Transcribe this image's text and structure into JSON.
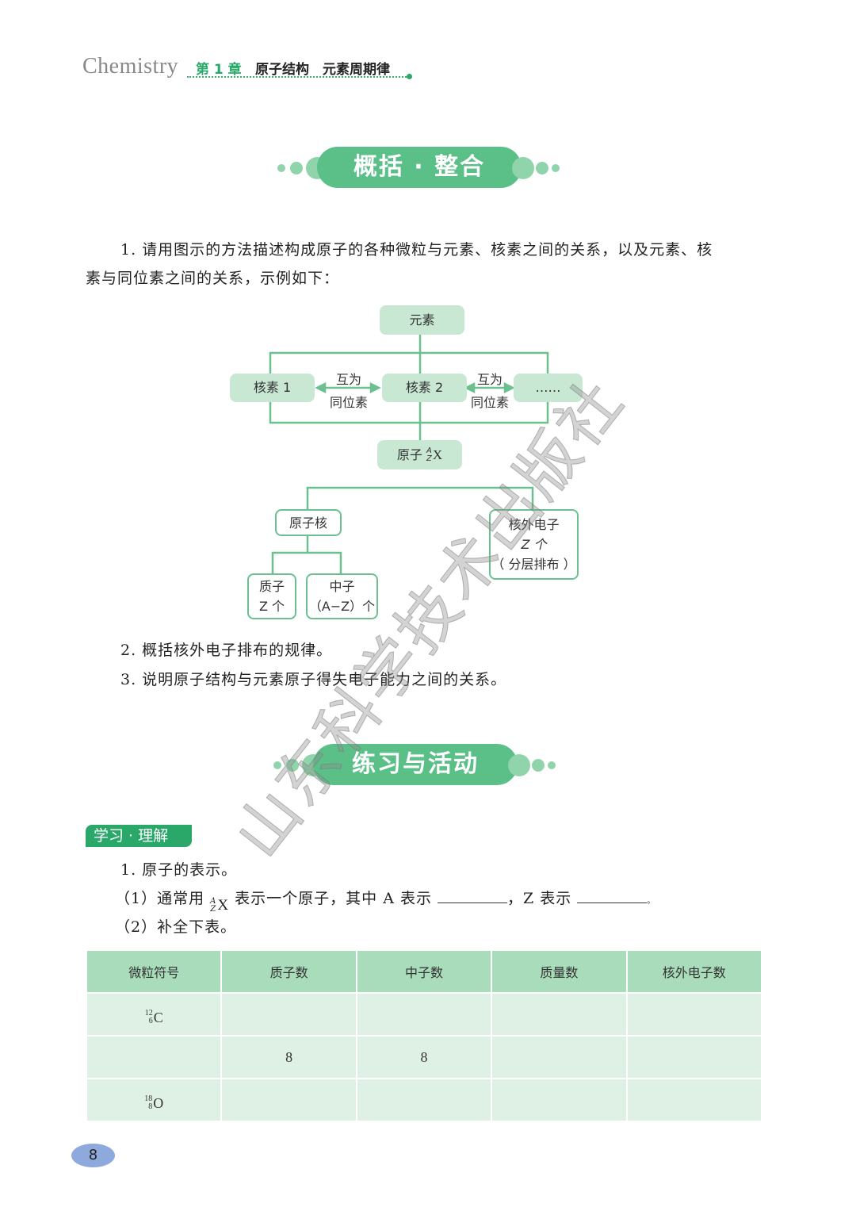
{
  "header": {
    "subject": "Chemistry",
    "chapter": "第 1 章",
    "title": "原子结构　元素周期律"
  },
  "section1": {
    "title": "概括 · 整合"
  },
  "q1": {
    "line1": "1. 请用图示的方法描述构成原子的各种微粒与元素、核素之间的关系，以及元素、核",
    "line2": "素与同位素之间的关系，示例如下："
  },
  "diagram": {
    "element": "元素",
    "nuclide1": "核素 1",
    "nuclide2": "核素 2",
    "ellipsis": "……",
    "isotope_top": "互为",
    "isotope_bottom": "同位素",
    "atom": "原子",
    "atom_sym_A": "A",
    "atom_sym_Z": "Z",
    "atom_sym_X": "X",
    "nucleus": "原子核",
    "electrons": [
      "核外电子",
      "Z 个",
      "（ 分层排布 ）"
    ],
    "protons": [
      "质子",
      "Z 个"
    ],
    "neutrons": [
      "中子",
      "（A−Z）个"
    ]
  },
  "q2": "2. 概括核外电子排布的规律。",
  "q3": "3. 说明原子结构与元素原子得失电子能力之间的关系。",
  "section2": {
    "title": "练习与活动"
  },
  "tag": "学习 · 理解",
  "ex": {
    "q1": "1. 原子的表示。",
    "p1_a": "（1）通常用",
    "p1_sym_A": "A",
    "p1_sym_Z": "Z",
    "p1_sym_X": "X",
    "p1_b": " 表示一个原子，其中 A 表示",
    "p1_c": "，Z 表示",
    "p1_d": "。",
    "p2": "（2）补全下表。"
  },
  "table": {
    "headers": [
      "微粒符号",
      "质子数",
      "中子数",
      "质量数",
      "核外电子数"
    ],
    "rows": [
      {
        "sym_mass": "12",
        "sym_num": "6",
        "sym": "C",
        "cells": [
          "",
          "",
          "",
          ""
        ]
      },
      {
        "sym_mass": "",
        "sym_num": "",
        "sym": "",
        "cells": [
          "8",
          "8",
          "",
          ""
        ]
      },
      {
        "sym_mass": "18",
        "sym_num": "8",
        "sym": "O",
        "cells": [
          "",
          "",
          "",
          ""
        ]
      }
    ]
  },
  "page_number": "8",
  "watermark": "山东科学技术出版社"
}
